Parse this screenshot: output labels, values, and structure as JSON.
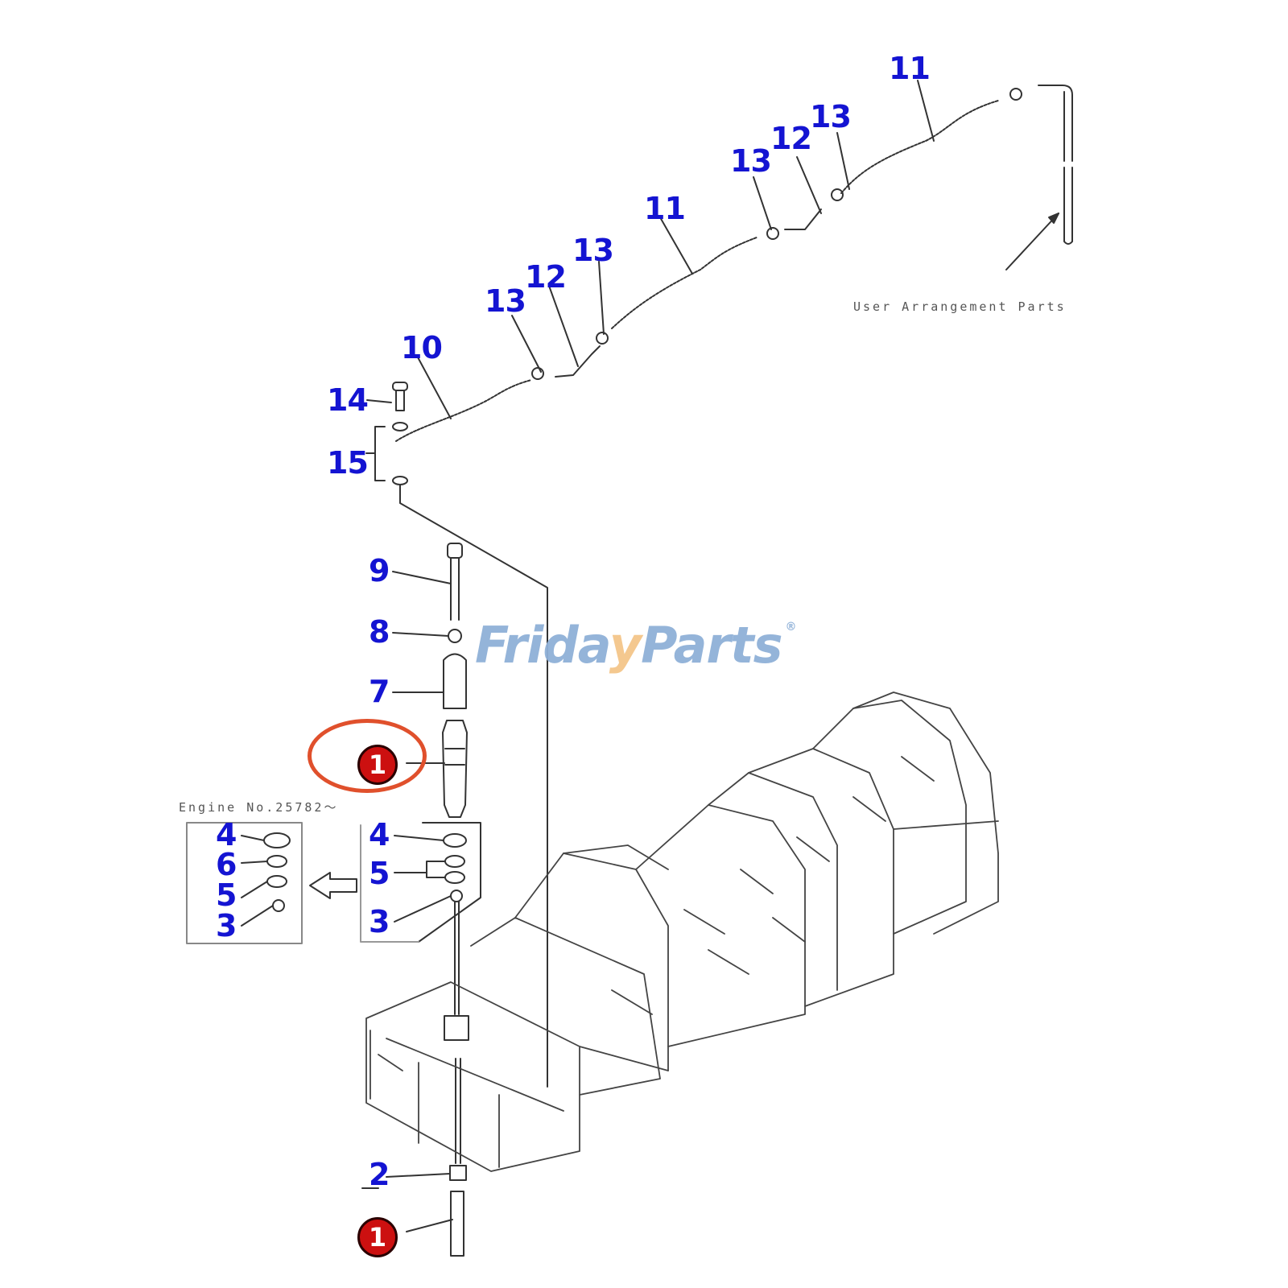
{
  "diagram": {
    "type": "exploded parts diagram",
    "subject": "Fuel injector and fuel return piping on engine cylinder heads",
    "watermark": {
      "brand_part1": "Frida",
      "brand_check": "y",
      "brand_part2": "Parts",
      "registered": "®"
    },
    "notes": {
      "user_arrangement": "User Arrangement Parts",
      "engine_number": "Engine No.25782～"
    },
    "callouts": [
      {
        "id": "c11a",
        "label": "11"
      },
      {
        "id": "c13a",
        "label": "13"
      },
      {
        "id": "c12a",
        "label": "12"
      },
      {
        "id": "c13b",
        "label": "13"
      },
      {
        "id": "c11b",
        "label": "11"
      },
      {
        "id": "c13c",
        "label": "13"
      },
      {
        "id": "c12b",
        "label": "12"
      },
      {
        "id": "c13d",
        "label": "13"
      },
      {
        "id": "c10",
        "label": "10"
      },
      {
        "id": "c14",
        "label": "14"
      },
      {
        "id": "c15",
        "label": "15"
      },
      {
        "id": "c9",
        "label": "9"
      },
      {
        "id": "c8",
        "label": "8"
      },
      {
        "id": "c7",
        "label": "7"
      },
      {
        "id": "c4_left",
        "label": "4"
      },
      {
        "id": "c6_left",
        "label": "6"
      },
      {
        "id": "c5_left",
        "label": "5"
      },
      {
        "id": "c3_left",
        "label": "3"
      },
      {
        "id": "c4_right",
        "label": "4"
      },
      {
        "id": "c5_right",
        "label": "5"
      },
      {
        "id": "c3_right",
        "label": "3"
      },
      {
        "id": "c2",
        "label": "2"
      }
    ],
    "highlighted_parts": [
      {
        "id": "injector_main",
        "label": "1",
        "circled": true
      },
      {
        "id": "injector_bottom",
        "label": "1",
        "circled": false
      }
    ],
    "colors": {
      "callout_text": "#1414d2",
      "badge_fill": "#cc1010",
      "highlight_ring": "#e0502c",
      "line_art": "#333333",
      "watermark_blue": "#8fb0d8",
      "watermark_orange": "#f4c68a"
    }
  }
}
